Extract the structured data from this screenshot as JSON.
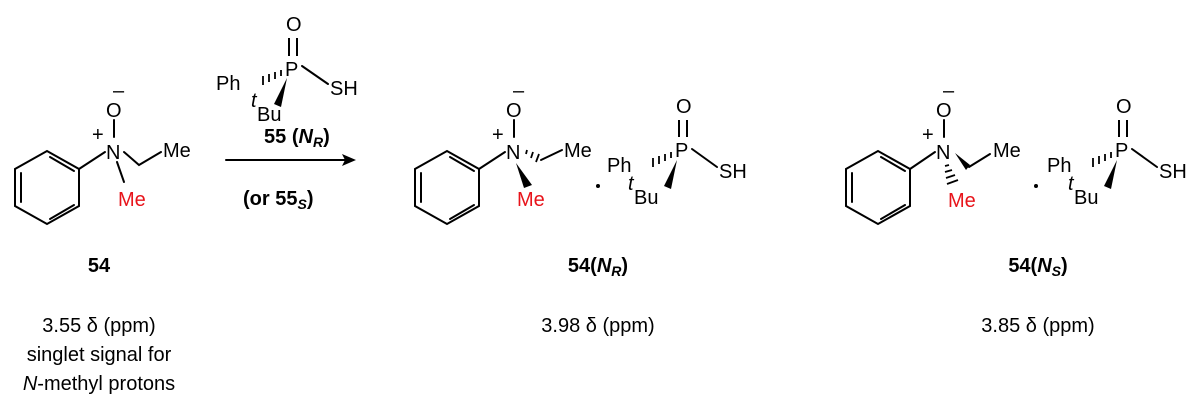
{
  "atoms": {
    "nitrogen": "N",
    "oxygen": "O",
    "phosphorus": "P",
    "plus": "+",
    "minus": "–",
    "methyl": "Me",
    "phenyl": "Ph",
    "thiol": "SH",
    "tbu_sup": "t",
    "tbu": "Bu"
  },
  "reagent": {
    "number": "55",
    "config_open": "(",
    "config_letter": "N",
    "config_sub": "R",
    "config_close": ")",
    "alt_open": "(or 55",
    "alt_sub": "S",
    "alt_close": ")"
  },
  "compounds": [
    {
      "number": "54",
      "shift": "3.55 δ (ppm)",
      "note1": "singlet signal for",
      "note2_italic": "N",
      "note2_rest": "-methyl protons"
    },
    {
      "number": "54(",
      "config": "N",
      "sub": "R",
      "close": ")",
      "shift": "3.98 δ (ppm)"
    },
    {
      "number": "54(",
      "config": "N",
      "sub": "S",
      "close": ")",
      "shift": "3.85 δ (ppm)"
    }
  ],
  "colors": {
    "highlight": "#e8141b",
    "ink": "#000000"
  }
}
